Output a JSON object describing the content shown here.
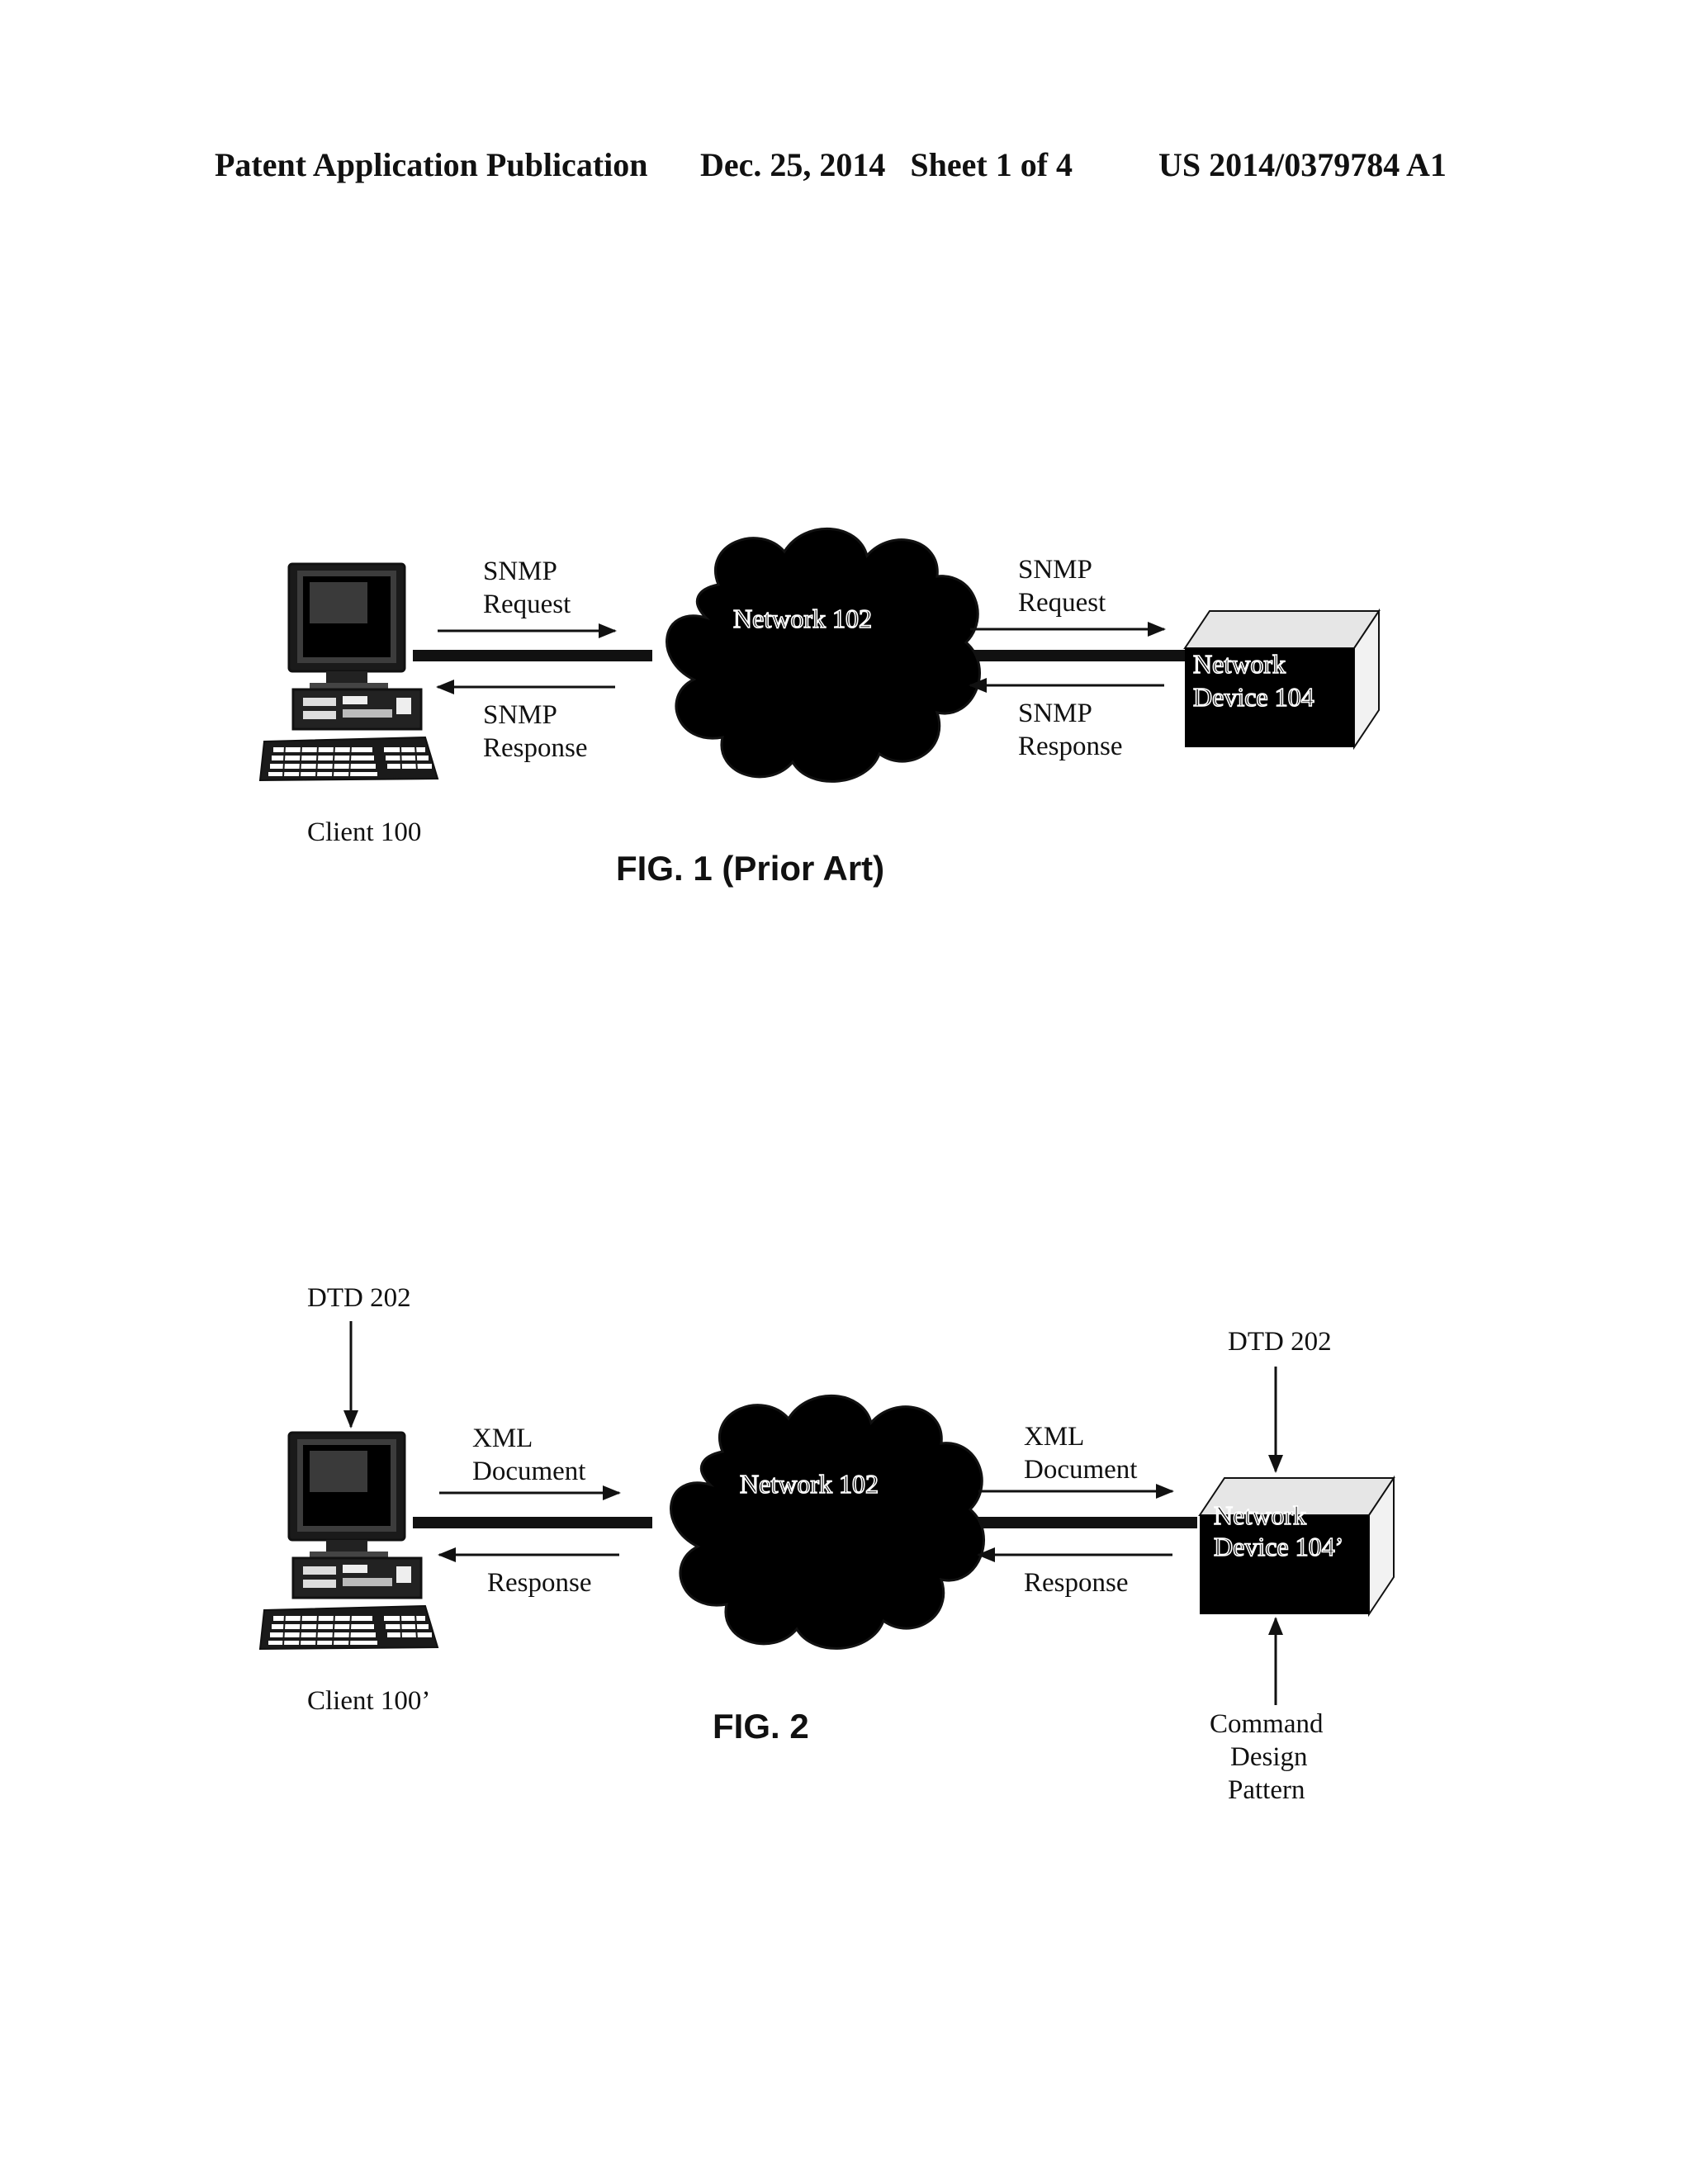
{
  "header": {
    "publication": "Patent Application Publication",
    "date_sheet": "Dec. 25, 2014   Sheet 1 of 4",
    "number": "US 2014/0379784 A1"
  },
  "fig1": {
    "caption": "FIG. 1 (Prior Art)",
    "client_label": "Client 100",
    "network_label": "Network 102",
    "device_line1": "Network",
    "device_line2": "Device 104",
    "left_request_line1": "SNMP",
    "left_request_line2": "Request",
    "left_response_line1": "SNMP",
    "left_response_line2": "Response",
    "right_request_line1": "SNMP",
    "right_request_line2": "Request",
    "right_response_line1": "SNMP",
    "right_response_line2": "Response"
  },
  "fig2": {
    "caption": "FIG. 2",
    "client_label": "Client 100’",
    "network_label": "Network 102",
    "device_line1": "Network",
    "device_line2": "Device 104’",
    "dtd_left": "DTD 202",
    "dtd_right": "DTD 202",
    "left_request_line1": "XML",
    "left_request_line2": "Document",
    "left_response": "Response",
    "right_request_line1": "XML",
    "right_request_line2": "Document",
    "right_response": "Response",
    "command_line1": "Command",
    "command_line2": "Design",
    "command_line3": "Pattern"
  },
  "colors": {
    "ink": "#111111",
    "fill_dark": "#000000",
    "paper": "#ffffff"
  },
  "icons": [
    "computer-icon",
    "cloud-icon",
    "device-box-icon",
    "arrow-right-icon",
    "arrow-left-icon",
    "arrow-down-icon",
    "arrow-up-icon"
  ]
}
